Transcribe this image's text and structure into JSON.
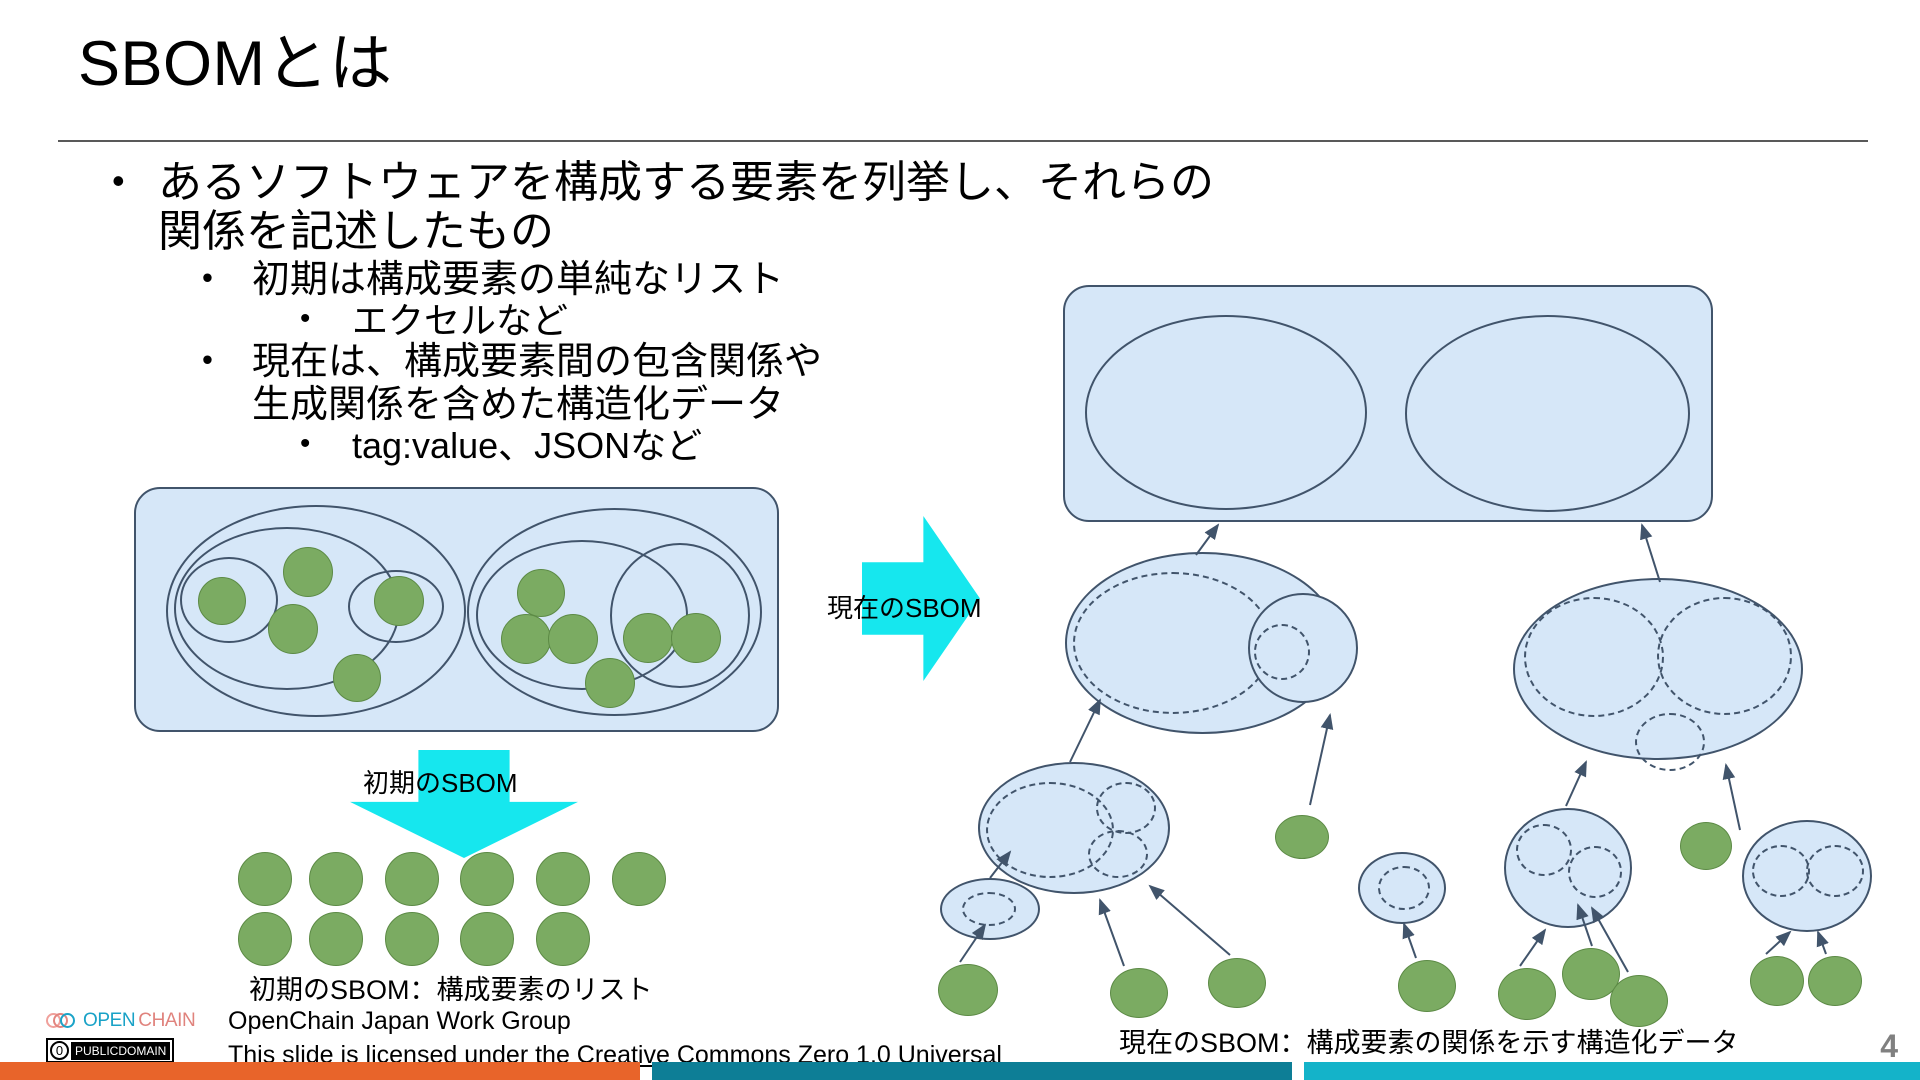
{
  "slide": {
    "title": "SBOMとは",
    "page_number": "4"
  },
  "bullets": {
    "l1": "あるソフトウェアを構成する要素を列挙し、それらの関係を記述したもの",
    "l2_a": "初期は構成要素の単純なリスト",
    "l3_a": "エクセルなど",
    "l2_b_line1": "現在は、構成要素間の包含関係や",
    "l2_b_line2": "生成関係を含めた構造化データ",
    "l3_b": "tag:value、JSONなど",
    "dot": "•"
  },
  "diagram": {
    "arrow_right_label": "現在のSBOM",
    "arrow_down_label": "初期のSBOM",
    "caption_left": "初期のSBOM：構成要素のリスト",
    "caption_right": "現在のSBOM：構成要素の関係を示す構造化データ"
  },
  "footer": {
    "org": "OpenChain Japan Work Group",
    "license_prefix": "This slide is licensed under ",
    "license_link": "the Creative Commons Zero 1.0 Universal",
    "openchain_open": "OPEN",
    "openchain_chain": "CHAIN",
    "cc_zero": "0",
    "cc_publicdomain": "PUBLICDOMAIN"
  },
  "colors": {
    "panel_fill": "#d6e7f8",
    "panel_stroke": "#41546b",
    "component_green": "#7bab62",
    "cyan_arrow": "#16e7ee",
    "bar_orange": "#e8642a",
    "bar_teal": "#0d7e96",
    "bar_cyan": "#14b3c9",
    "page_number": "#808080"
  }
}
